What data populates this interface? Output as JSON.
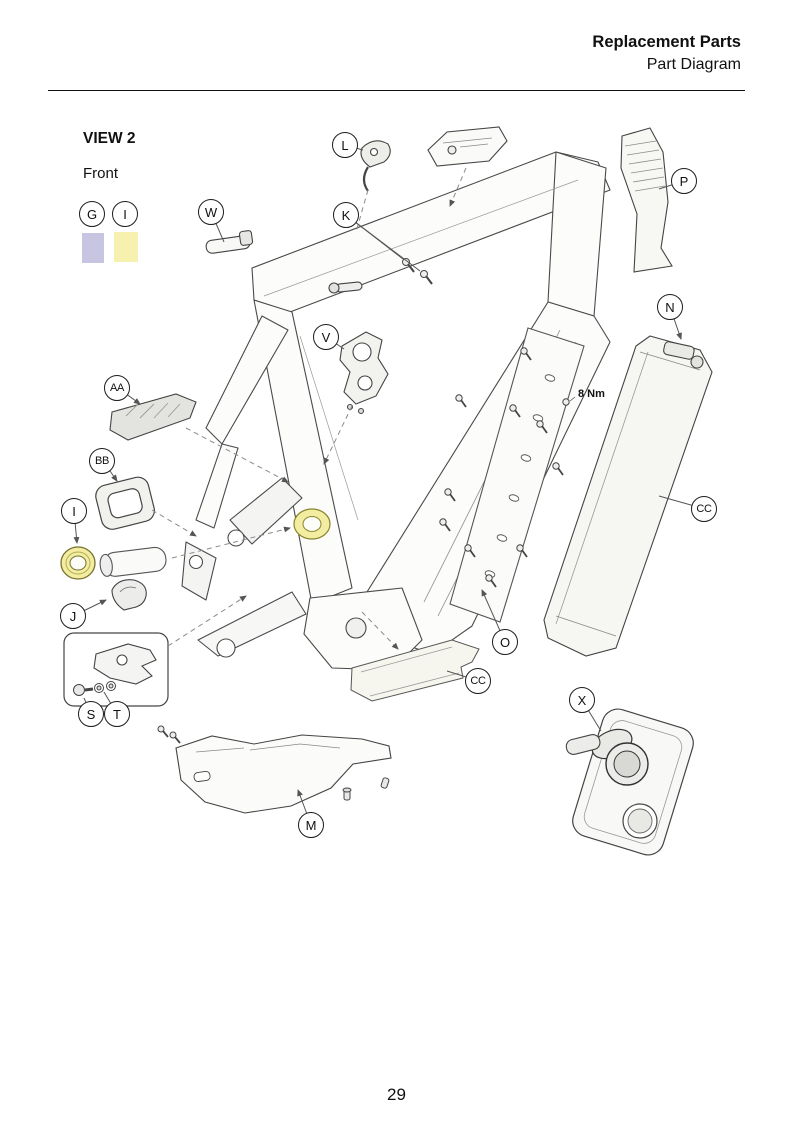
{
  "header": {
    "title": "Replacement Parts",
    "subtitle": "Part Diagram"
  },
  "view": {
    "name": "VIEW 2",
    "orientation": "Front"
  },
  "legend": {
    "items": [
      {
        "letter": "G",
        "color": "#c8c5e3"
      },
      {
        "letter": "I",
        "color": "#f6f1ae"
      }
    ]
  },
  "diagram": {
    "torque_note": "8 Nm",
    "callouts": [
      {
        "letter": "W"
      },
      {
        "letter": "L"
      },
      {
        "letter": "K"
      },
      {
        "letter": "P"
      },
      {
        "letter": "N"
      },
      {
        "letter": "V"
      },
      {
        "letter": "AA"
      },
      {
        "letter": "BB"
      },
      {
        "letter": "I"
      },
      {
        "letter": "J"
      },
      {
        "letter": "S"
      },
      {
        "letter": "T"
      },
      {
        "letter": "O"
      },
      {
        "letter": "CC"
      },
      {
        "letter": "CC"
      },
      {
        "letter": "M"
      },
      {
        "letter": "X"
      }
    ]
  },
  "footer": {
    "page_number": "29"
  }
}
